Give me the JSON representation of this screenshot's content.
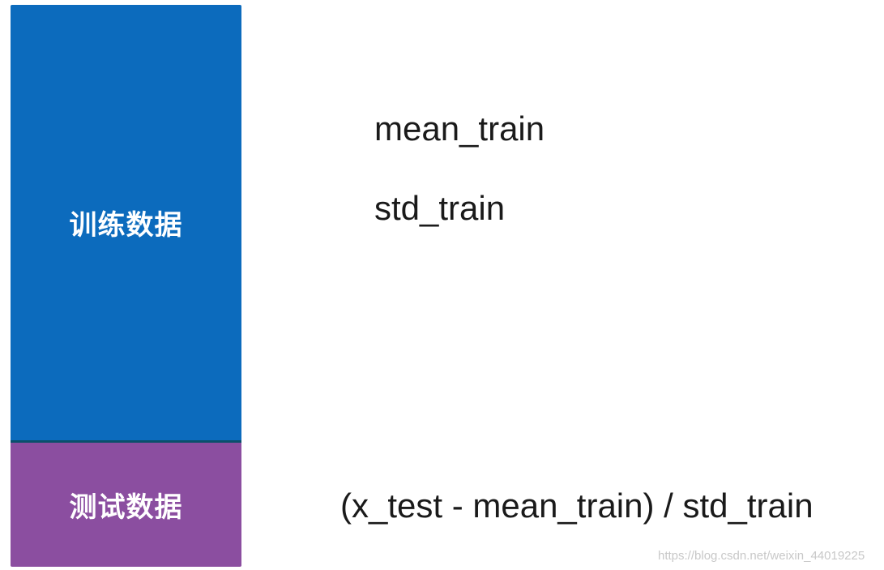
{
  "blocks": {
    "train": {
      "label": "训练数据",
      "color": "#0c6bbd"
    },
    "test": {
      "label": "测试数据",
      "color": "#8b4ea0"
    }
  },
  "formulas": {
    "mean": "mean_train",
    "std": "std_train",
    "test_transform": "(x_test - mean_train) / std_train"
  },
  "watermark": "https://blog.csdn.net/weixin_44019225"
}
